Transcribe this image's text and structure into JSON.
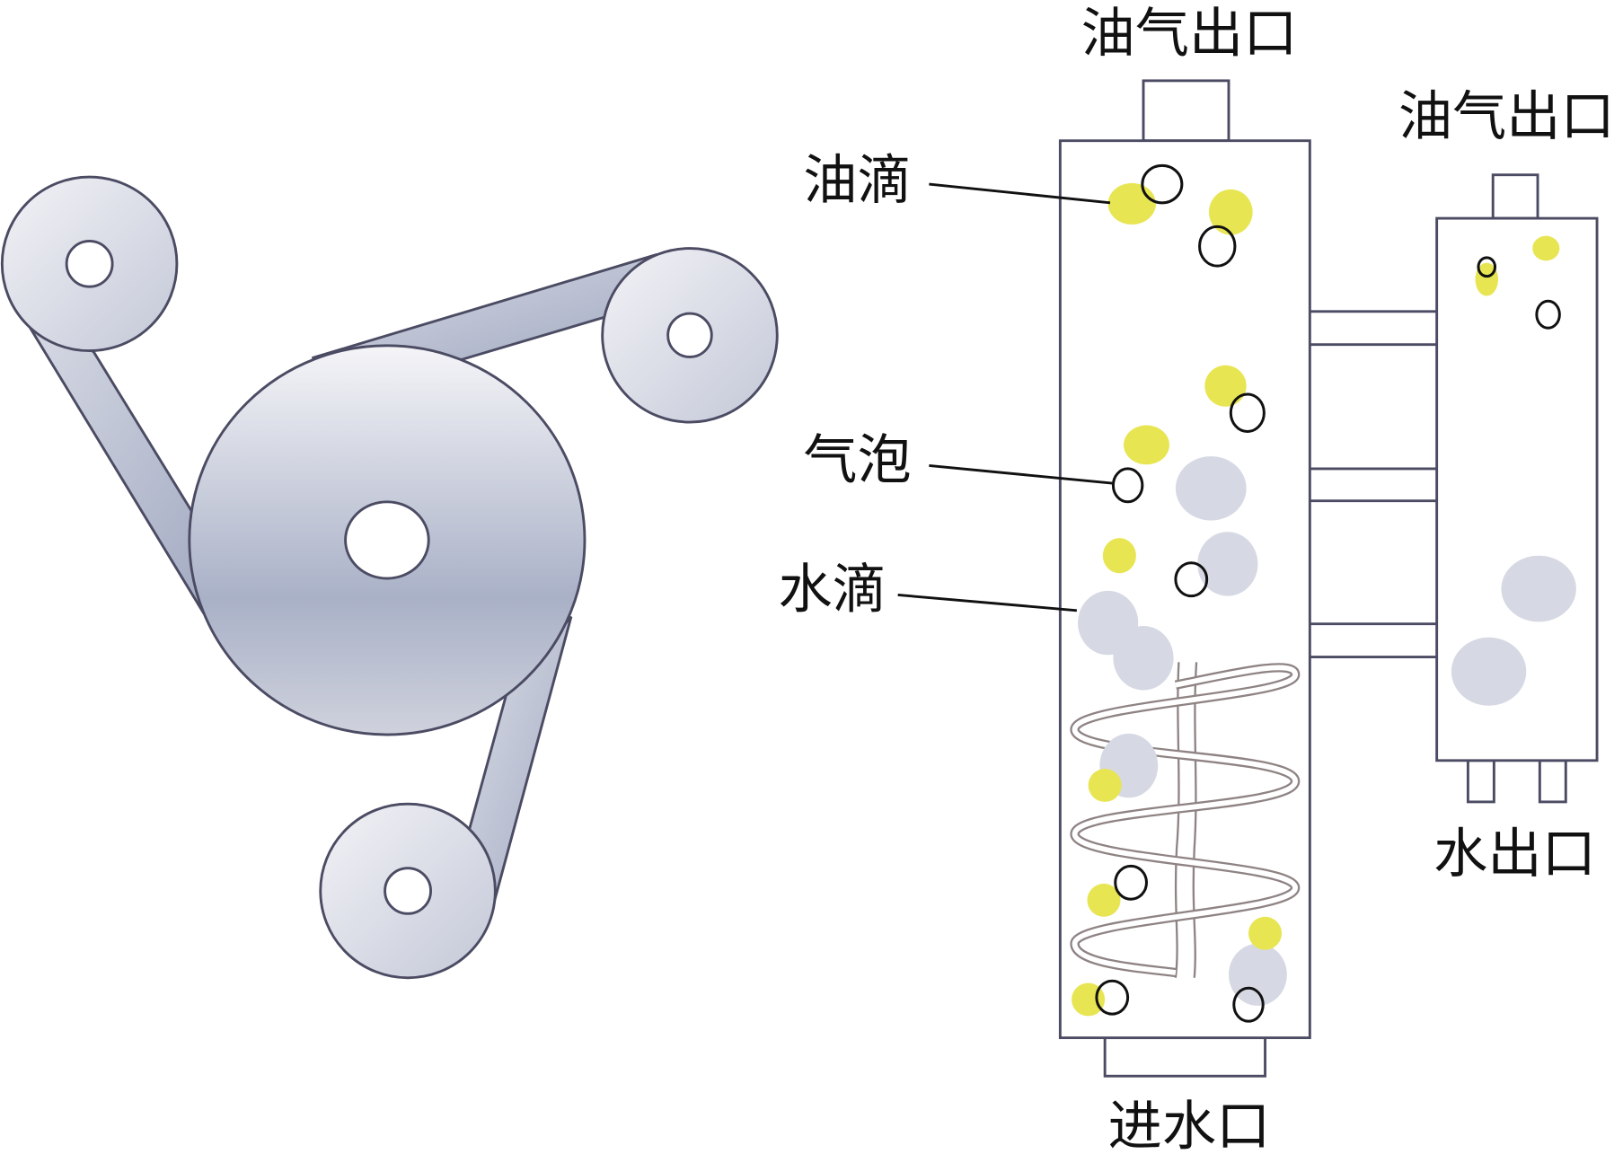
{
  "labels": {
    "top_outlet": "油气出口",
    "side_outlet": "油气出口",
    "oil_droplet": "油滴",
    "gas_bubble": "气泡",
    "water_droplet": "水滴",
    "water_outlet": "水出口",
    "water_inlet": "进水口"
  },
  "colors": {
    "oil_droplet": "#e8e553",
    "water_droplet": "#d6d9e3",
    "gas_bubble_outline": "#111111",
    "pulley_shade": "#a7afc5",
    "outline": "#4b4b63",
    "helix": "#8f8383"
  }
}
